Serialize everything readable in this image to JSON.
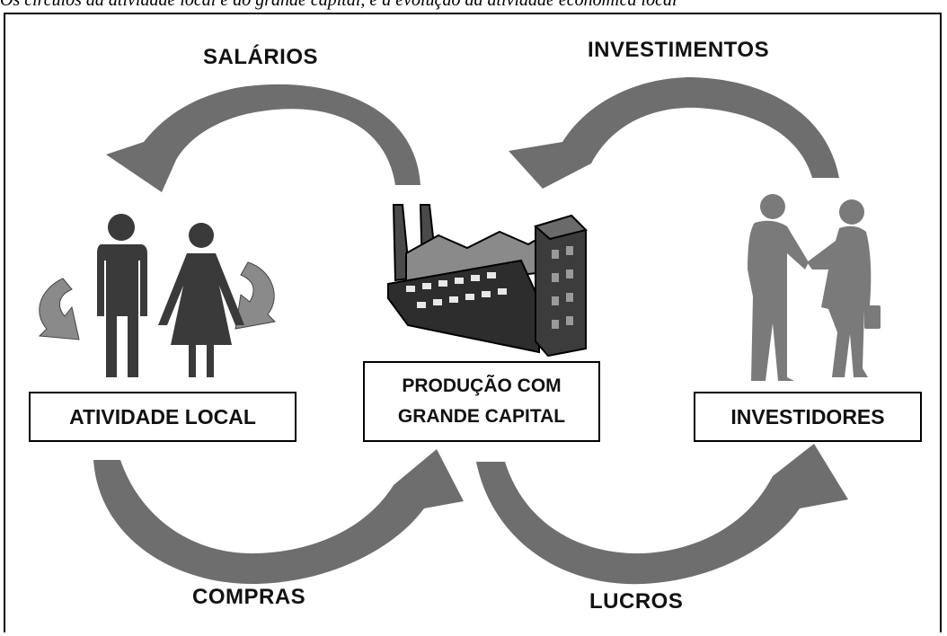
{
  "caption": "Os círculos da atividade local e do grande capital, e a evolução da atividade econômica local",
  "flows": {
    "salarios": "SALÁRIOS",
    "investimentos": "INVESTIMENTOS",
    "compras": "COMPRAS",
    "lucros": "LUCROS"
  },
  "nodes": {
    "local": "ATIVIDADE LOCAL",
    "producao_line1": "PRODUÇÃO COM",
    "producao_line2": "GRANDE CAPITAL",
    "investidores": "INVESTIDORES"
  },
  "icons": {
    "people": "man-woman-icon",
    "factory": "factory-icon",
    "handshake": "handshake-icon",
    "cycle": "circular-arrows-icon"
  },
  "colors": {
    "arrow": "#6e6e6e",
    "figure": "#3a3a3a",
    "silhouette": "#7a7a7a",
    "border": "#000000"
  }
}
